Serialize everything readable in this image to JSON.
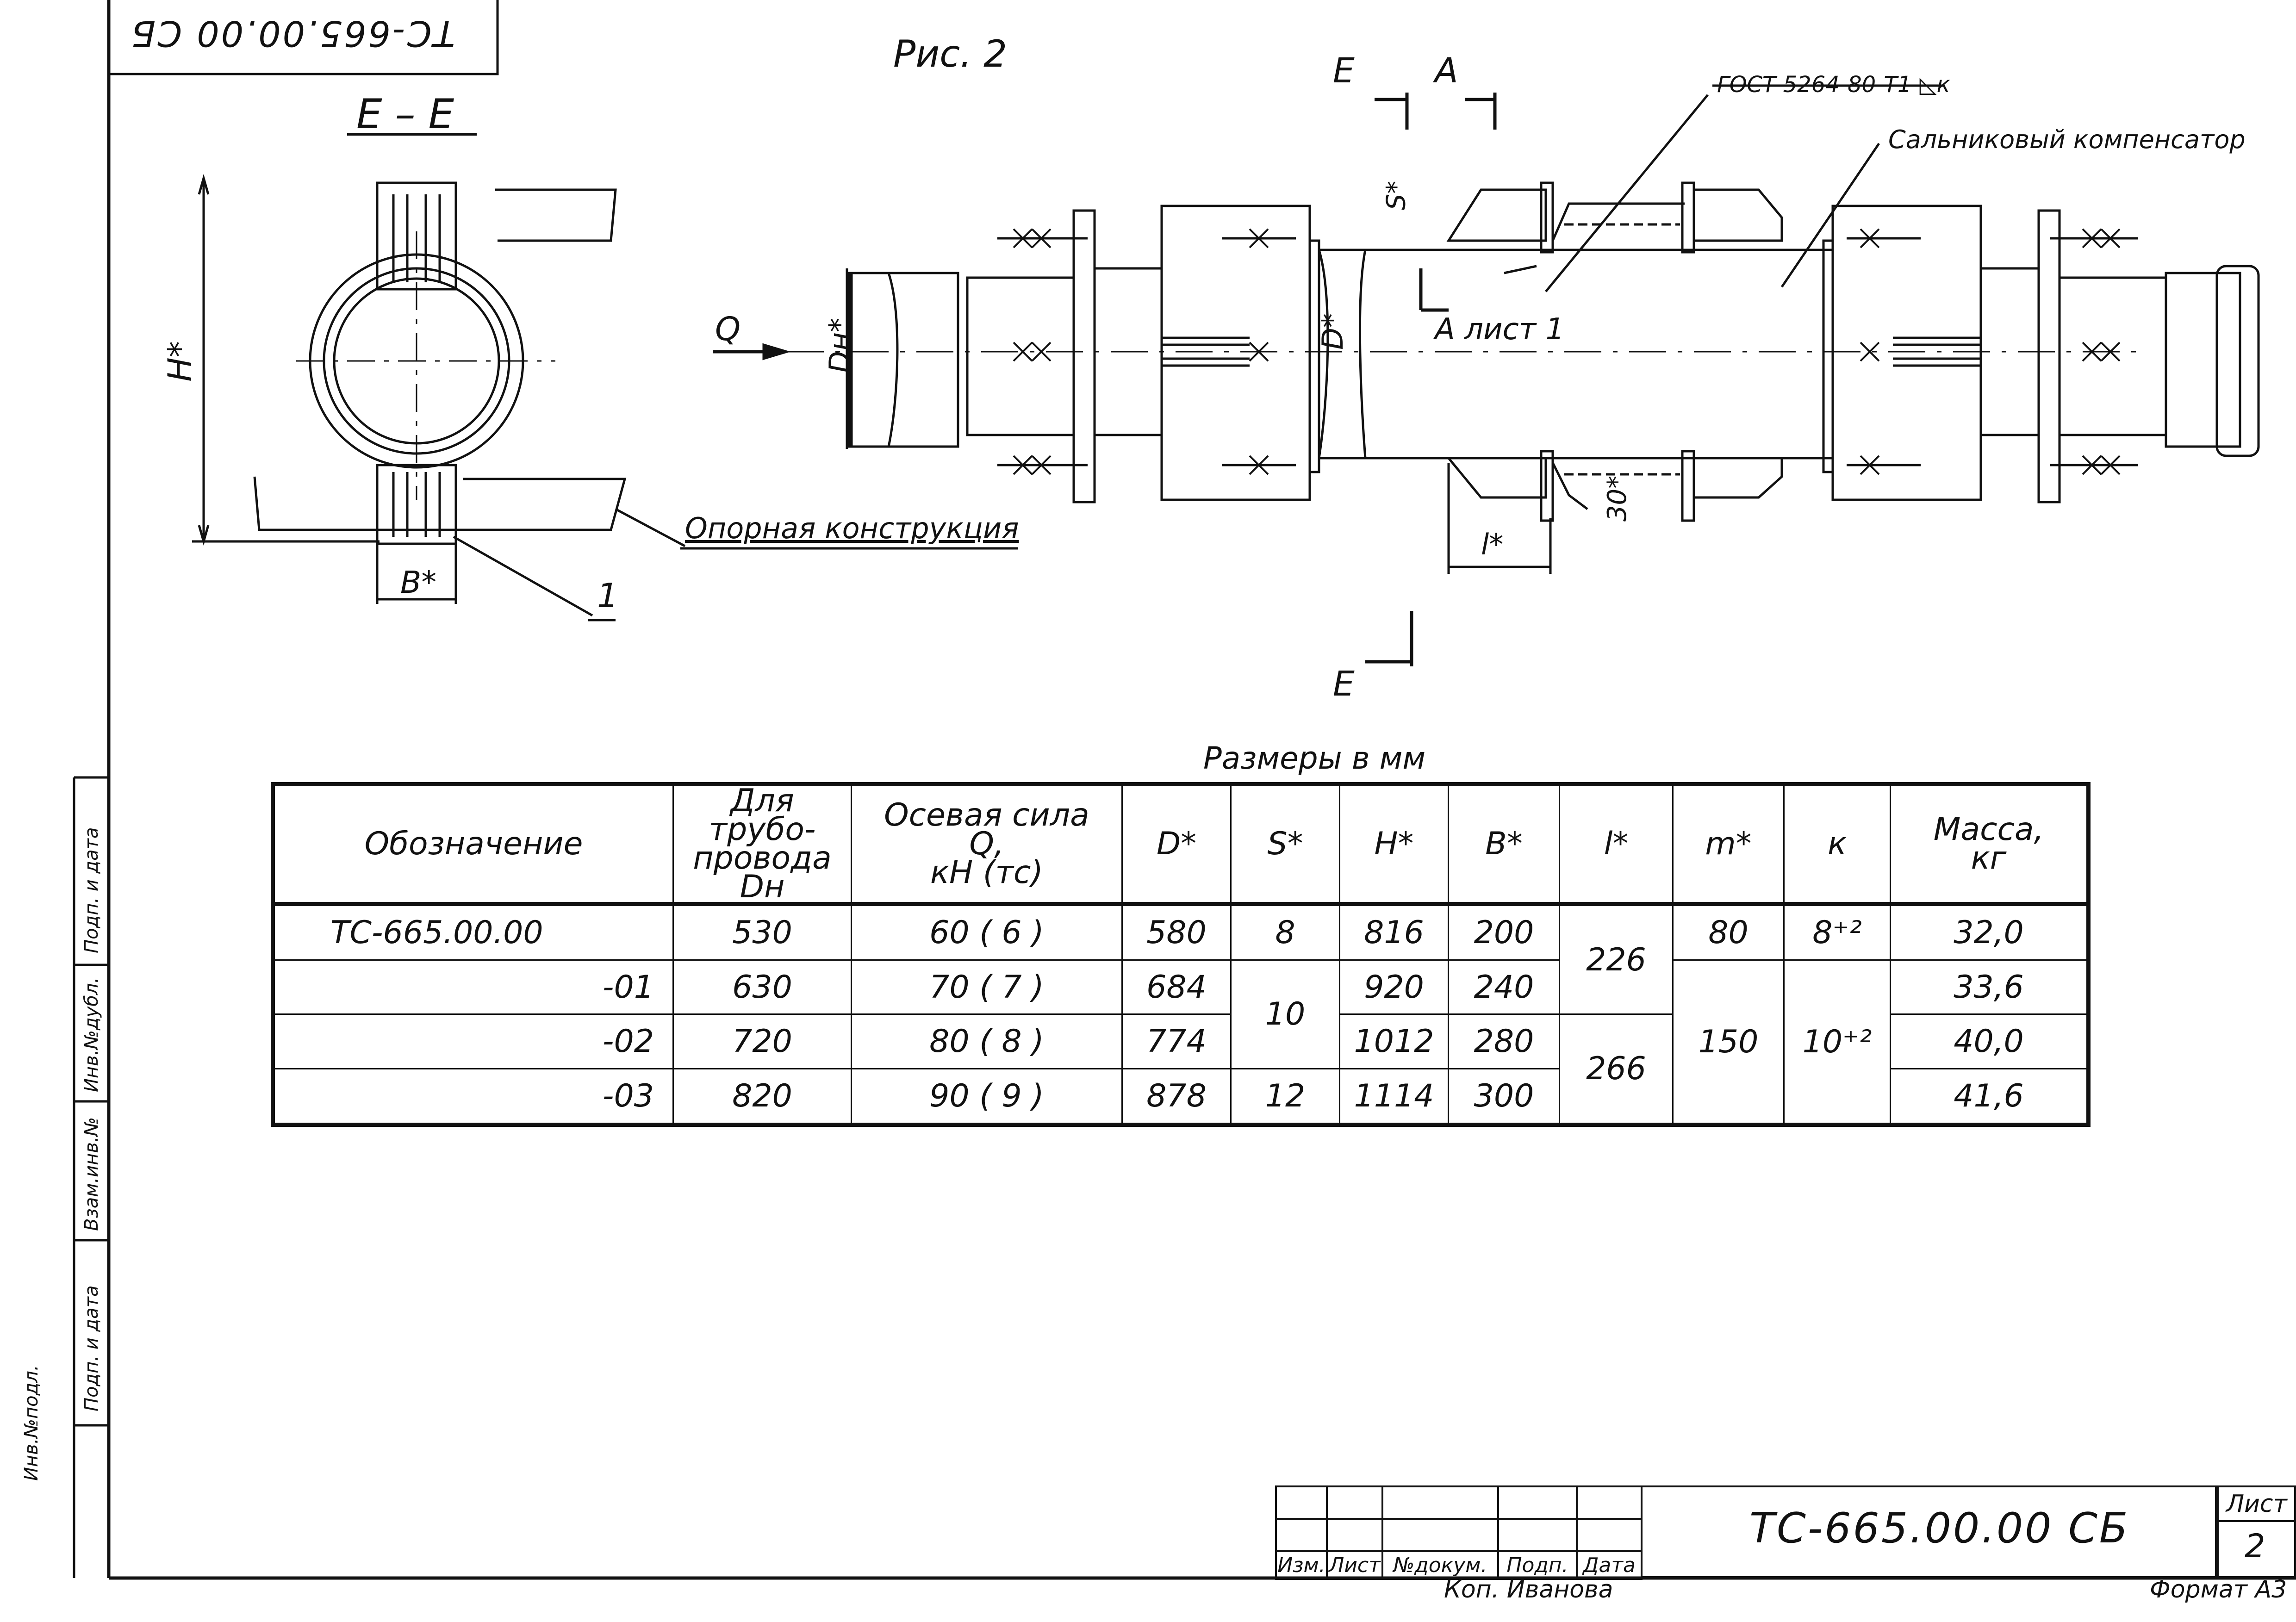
{
  "sheet": {
    "stamp_rotated": "ТС-665.00.00 СБ",
    "figure_label": "Рис. 2",
    "section_label": "Е – Е"
  },
  "drawing": {
    "labels": {
      "H": "H*",
      "B": "B*",
      "item1": "1",
      "support": "Опорная конструкция",
      "Q": "Q",
      "Dn": "Dн*",
      "D": "D*",
      "S": "S*",
      "L": "l*",
      "t30": "30*",
      "A_top": "A",
      "E_top": "E",
      "E_bottom": "E",
      "A_sheet": "A лист 1",
      "gost": "ГОСТ 5264-80-Т1-◺к",
      "compensator": "Сальниковый компенсатор"
    }
  },
  "table": {
    "caption": "Размеры в мм",
    "headers": [
      "Обозначение",
      "Для трубо-\nпровода\nDн",
      "Осевая сила\nQ,\nкН (тс)",
      "D*",
      "S*",
      "H*",
      "B*",
      "l*",
      "m*",
      "к",
      "Масса,\nкг"
    ],
    "rows": [
      {
        "designation": "ТС-665.00.00",
        "dn": "530",
        "force": "60 ( 6 )",
        "D": "580",
        "S": "8",
        "H": "816",
        "B": "200",
        "mass": "32,0"
      },
      {
        "designation": "-01",
        "dn": "630",
        "force": "70 ( 7 )",
        "D": "684",
        "H": "920",
        "B": "240",
        "mass": "33,6"
      },
      {
        "designation": "-02",
        "dn": "720",
        "force": "80 ( 8 )",
        "D": "774",
        "H": "1012",
        "B": "280",
        "mass": "40,0"
      },
      {
        "designation": "-03",
        "dn": "820",
        "force": "90 ( 9 )",
        "D": "878",
        "S": "12",
        "H": "1114",
        "B": "300",
        "mass": "41,6"
      }
    ],
    "merged": {
      "S_rows_2_3": "10",
      "l_rows_1_2": "226",
      "l_rows_3_4": "266",
      "m_row_1": "80",
      "m_rows_2_4": "150",
      "k_row_1": "8⁺²",
      "k_rows_2_4": "10⁺²"
    }
  },
  "side_stamp": {
    "cells": [
      "Инв.№подл.",
      "Подп. и дата",
      "Взам.инв.№",
      "Инв.№дубл.",
      "Подп. и дата"
    ]
  },
  "title_block": {
    "columns": [
      "Изм.",
      "Лист",
      "№докум.",
      "Подп.",
      "Дата"
    ],
    "designation": "ТС-665.00.00 СБ",
    "sheet_label": "Лист",
    "sheet_number": "2",
    "copied_by": "Коп. Иванова",
    "format": "Формат А3"
  }
}
